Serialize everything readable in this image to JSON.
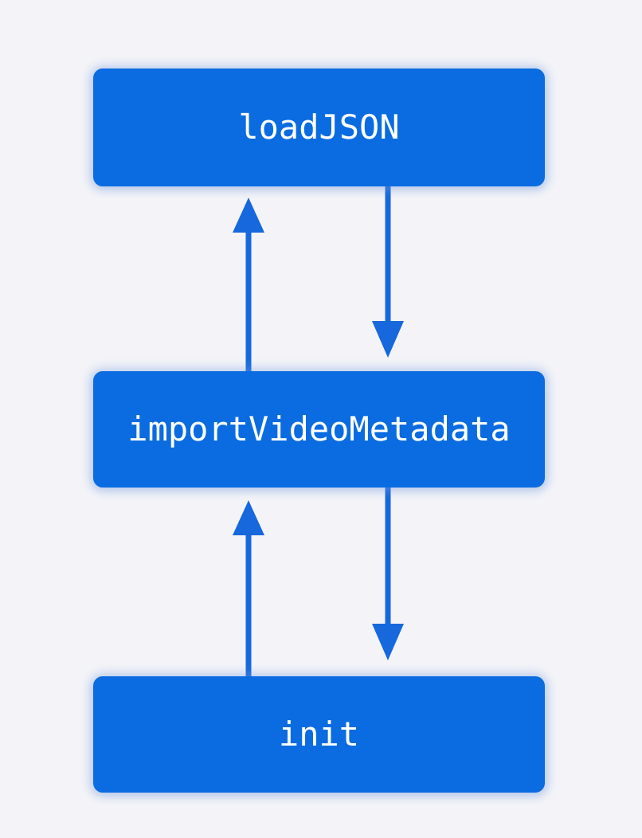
{
  "diagram": {
    "type": "call-graph",
    "background_color": "#f4f4f8",
    "node_color": "#0a6ce0",
    "node_text_color": "#ffffff",
    "edge_color": "#1668dc",
    "nodes": [
      {
        "id": "loadJSON",
        "label": "loadJSON"
      },
      {
        "id": "importVideoMetadata",
        "label": "importVideoMetadata"
      },
      {
        "id": "init",
        "label": "init"
      }
    ],
    "edges": [
      {
        "from": "loadJSON",
        "to": "importVideoMetadata",
        "direction": "down"
      },
      {
        "from": "importVideoMetadata",
        "to": "loadJSON",
        "direction": "up"
      },
      {
        "from": "importVideoMetadata",
        "to": "init",
        "direction": "down"
      },
      {
        "from": "init",
        "to": "importVideoMetadata",
        "direction": "up"
      }
    ]
  }
}
